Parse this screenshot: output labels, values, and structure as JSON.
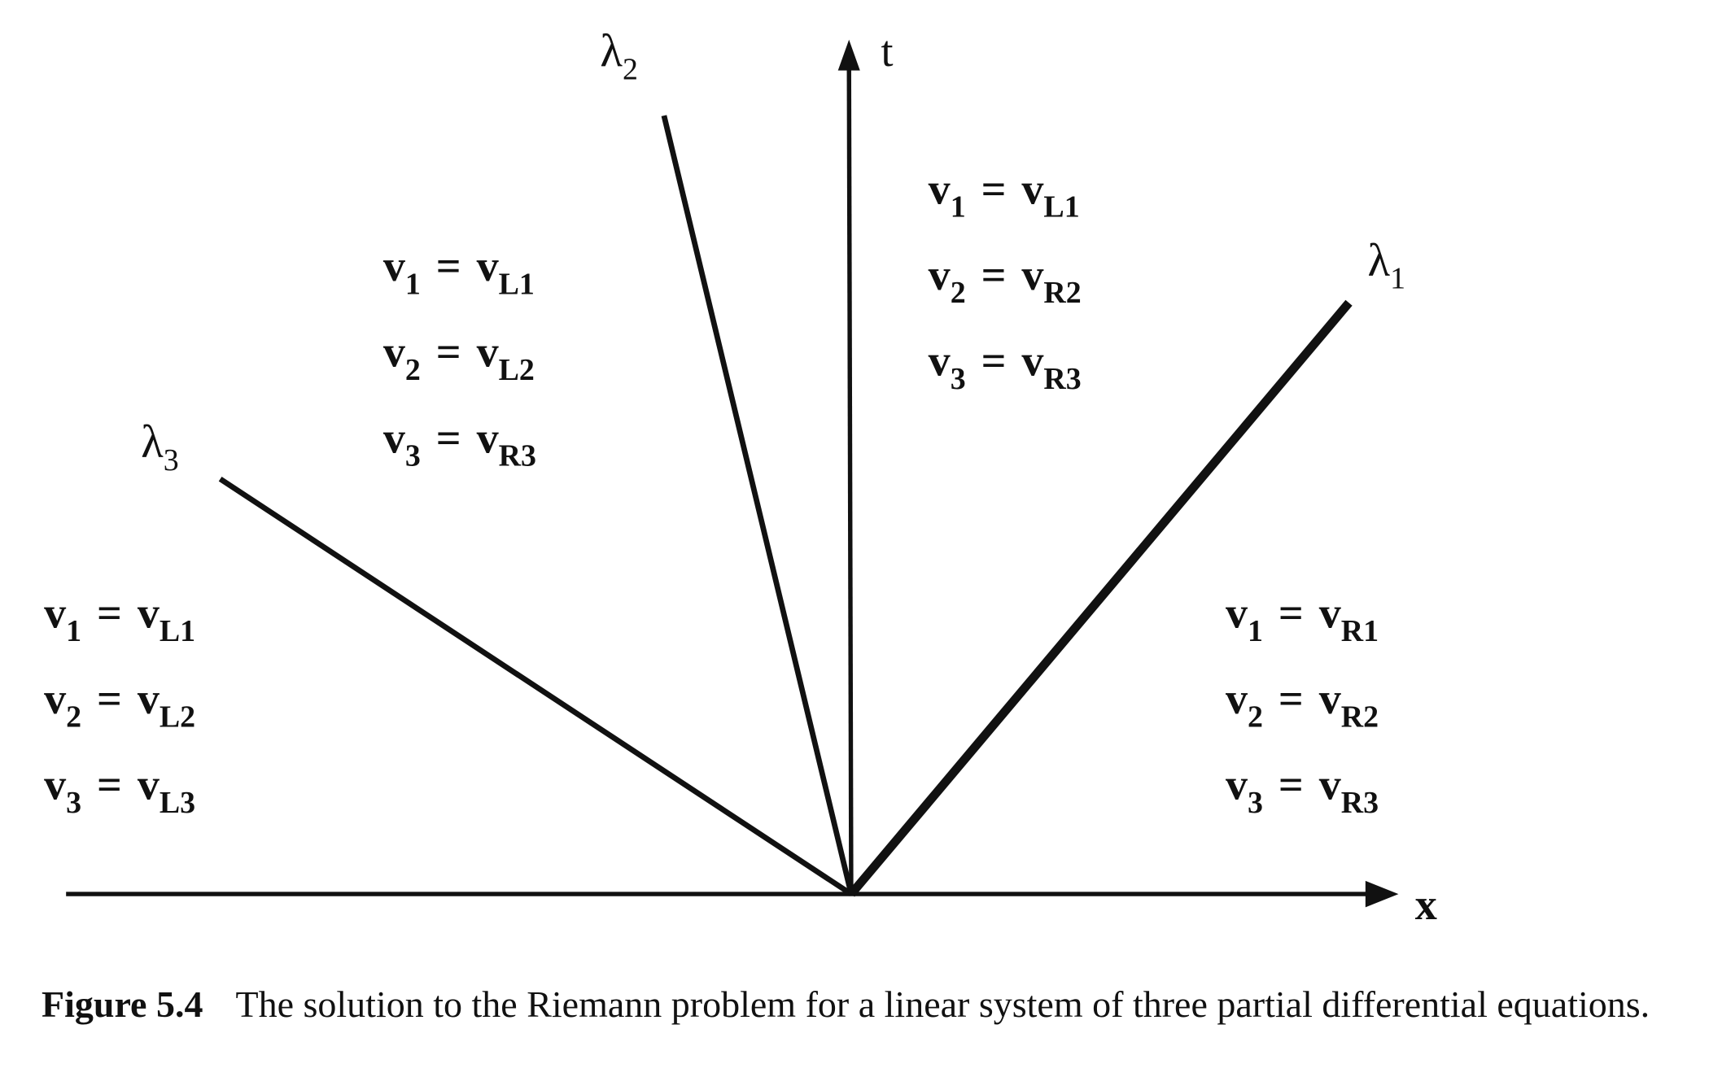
{
  "diagram": {
    "axes": {
      "x_label": "x",
      "t_label": "t"
    },
    "waves": [
      {
        "name": "λ",
        "sub": "1"
      },
      {
        "name": "λ",
        "sub": "2"
      },
      {
        "name": "λ",
        "sub": "3"
      }
    ],
    "regions": {
      "left": [
        {
          "var": "v",
          "var_sub": "1",
          "op": "=",
          "val": "v",
          "val_sub": "L1"
        },
        {
          "var": "v",
          "var_sub": "2",
          "op": "=",
          "val": "v",
          "val_sub": "L2"
        },
        {
          "var": "v",
          "var_sub": "3",
          "op": "=",
          "val": "v",
          "val_sub": "L3"
        }
      ],
      "between_3_2": [
        {
          "var": "v",
          "var_sub": "1",
          "op": "=",
          "val": "v",
          "val_sub": "L1"
        },
        {
          "var": "v",
          "var_sub": "2",
          "op": "=",
          "val": "v",
          "val_sub": "L2"
        },
        {
          "var": "v",
          "var_sub": "3",
          "op": "=",
          "val": "v",
          "val_sub": "R3"
        }
      ],
      "between_2_1": [
        {
          "var": "v",
          "var_sub": "1",
          "op": "=",
          "val": "v",
          "val_sub": "L1"
        },
        {
          "var": "v",
          "var_sub": "2",
          "op": "=",
          "val": "v",
          "val_sub": "R2"
        },
        {
          "var": "v",
          "var_sub": "3",
          "op": "=",
          "val": "v",
          "val_sub": "R3"
        }
      ],
      "right": [
        {
          "var": "v",
          "var_sub": "1",
          "op": "=",
          "val": "v",
          "val_sub": "R1"
        },
        {
          "var": "v",
          "var_sub": "2",
          "op": "=",
          "val": "v",
          "val_sub": "R2"
        },
        {
          "var": "v",
          "var_sub": "3",
          "op": "=",
          "val": "v",
          "val_sub": "R3"
        }
      ]
    }
  },
  "caption": {
    "label": "Figure 5.4",
    "text": "The solution to the Riemann problem for a linear system of three partial differential equations."
  }
}
